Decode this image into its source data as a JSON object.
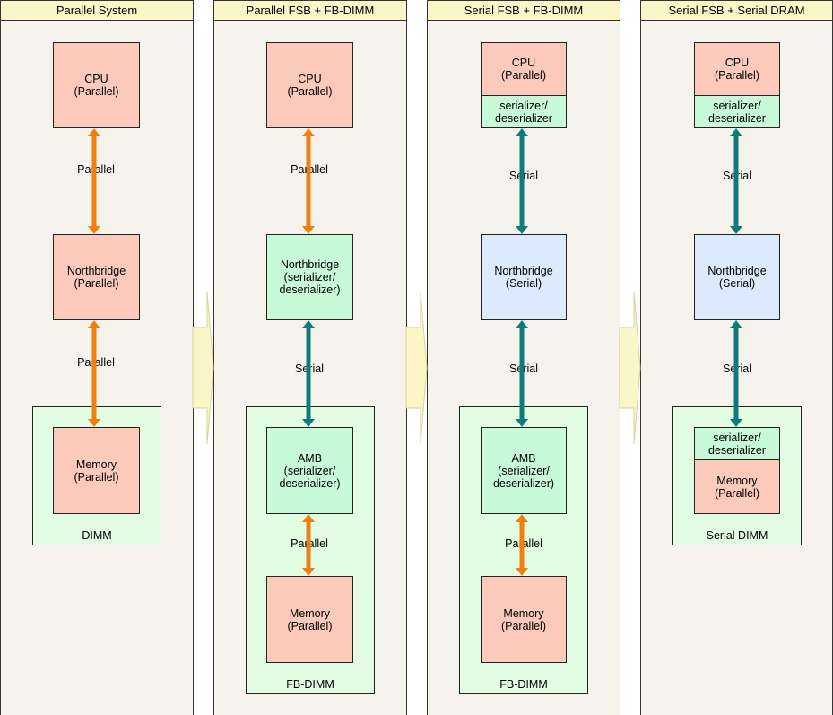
{
  "colors": {
    "parallel_arrow": "#f07f10",
    "serial_arrow": "#0f7b78",
    "parallel_box": "#fbcabb",
    "serdes_box": "#c8fad8",
    "serial_box": "#dbeafd",
    "container": "#e2fde2",
    "header": "#fbf6c8"
  },
  "columns": [
    {
      "title": "Parallel System",
      "cpu": "CPU\n(Parallel)",
      "link1": "Parallel",
      "northbridge": "Northbridge\n(Parallel)",
      "link2": "Parallel",
      "memory": "Memory\n(Parallel)",
      "container_label": "DIMM"
    },
    {
      "title": "Parallel FSB + FB-DIMM",
      "cpu": "CPU\n(Parallel)",
      "link1": "Parallel",
      "northbridge": "Northbridge\n(serializer/\ndeserializer)",
      "link2": "Serial",
      "amb": "AMB\n(serializer/\ndeserializer)",
      "link3": "Parallel",
      "memory": "Memory\n(Parallel)",
      "container_label": "FB-DIMM"
    },
    {
      "title": "Serial FSB + FB-DIMM",
      "cpu": "CPU\n(Parallel)",
      "cpu_serdes": "serializer/\ndeserializer",
      "link1": "Serial",
      "northbridge": "Northbridge\n(Serial)",
      "link2": "Serial",
      "amb": "AMB\n(serializer/\ndeserializer)",
      "link3": "Parallel",
      "memory": "Memory\n(Parallel)",
      "container_label": "FB-DIMM"
    },
    {
      "title": "Serial FSB + Serial DRAM",
      "cpu": "CPU\n(Parallel)",
      "cpu_serdes": "serializer/\ndeserializer",
      "link1": "Serial",
      "northbridge": "Northbridge\n(Serial)",
      "link2": "Serial",
      "dimm_serdes": "serializer/\ndeserializer",
      "memory": "Memory\n(Parallel)",
      "container_label": "Serial DIMM"
    }
  ]
}
